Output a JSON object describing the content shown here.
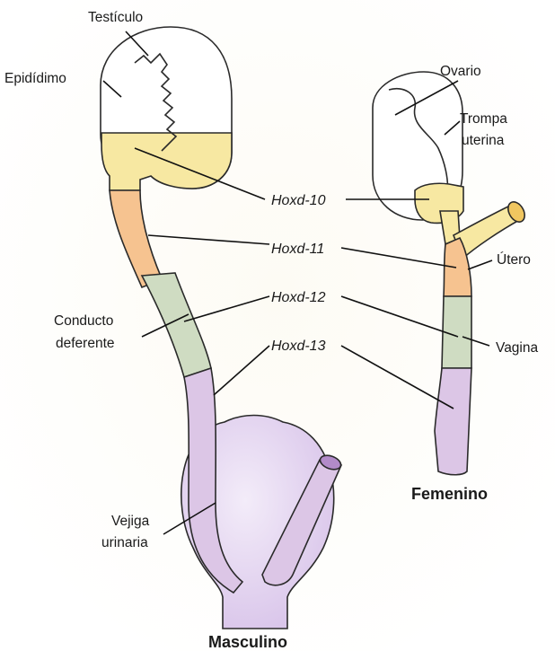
{
  "colors": {
    "hoxd10": "#f7e8a2",
    "hoxd11": "#f6c390",
    "hoxd12": "#cfdcc2",
    "hoxd13": "#dcc6e6",
    "bladder": "#e6d9f1",
    "outline": "#2a2a2a",
    "background": "#fbf8f0"
  },
  "genes": [
    "Hoxd-10",
    "Hoxd-11",
    "Hoxd-12",
    "Hoxd-13"
  ],
  "male": {
    "title": "Masculino",
    "labels": {
      "testis": "Testículo",
      "epididymis": "Epidídimo",
      "vas_deferens_line1": "Conducto",
      "vas_deferens_line2": "deferente",
      "bladder_line1": "Vejiga",
      "bladder_line2": "urinaria"
    }
  },
  "female": {
    "title": "Femenino",
    "labels": {
      "ovary": "Ovario",
      "tube_line1": "Trompa",
      "tube_line2": "uterina",
      "uterus": "Útero",
      "vagina": "Vagina"
    }
  }
}
